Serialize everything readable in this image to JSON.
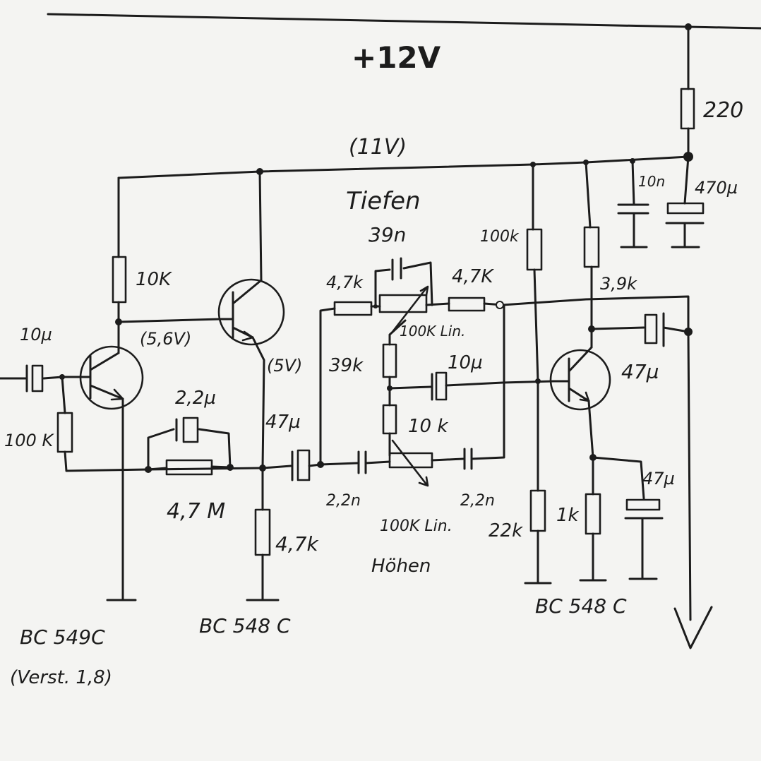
{
  "supply": {
    "voltage": "+12V",
    "rail": "(11V)"
  },
  "resistors": {
    "r220": "220",
    "r10k_1": "10K",
    "r100k_in": "100 K",
    "r4_7M": "4,7 M",
    "r4_7k_em": "4,7k",
    "r4_7k_a": "4,7k",
    "r4_7k_b": "4,7K",
    "r39k": "39k",
    "r10k_2": "10 k",
    "r100k_bias": "100k",
    "r22k": "22k",
    "r3_9k": "3,9k",
    "r1k": "1k"
  },
  "capacitors": {
    "c10u_in": "10µ",
    "c2_2u": "2,2µ",
    "c47u_a": "47µ",
    "c39n": "39n",
    "c10u_b": "10µ",
    "c2_2n_a": "2,2n",
    "c2_2n_b": "2,2n",
    "c10n": "10n",
    "c470u": "470µ",
    "c47u_out": "47µ",
    "c47u_em": "47µ"
  },
  "pots": {
    "bass_pot": "100K Lin.",
    "treble_pot": "100K Lin."
  },
  "sections": {
    "bass": "Tiefen",
    "treble": "Höhen"
  },
  "voltages": {
    "v1": "(5,6V)",
    "v2": "(5V)"
  },
  "transistors": {
    "q1": "BC 549C",
    "q1_note": "(Verst. 1,8)",
    "q2": "BC 548 C",
    "q3": "BC 548 C"
  },
  "output_symbol": "V"
}
